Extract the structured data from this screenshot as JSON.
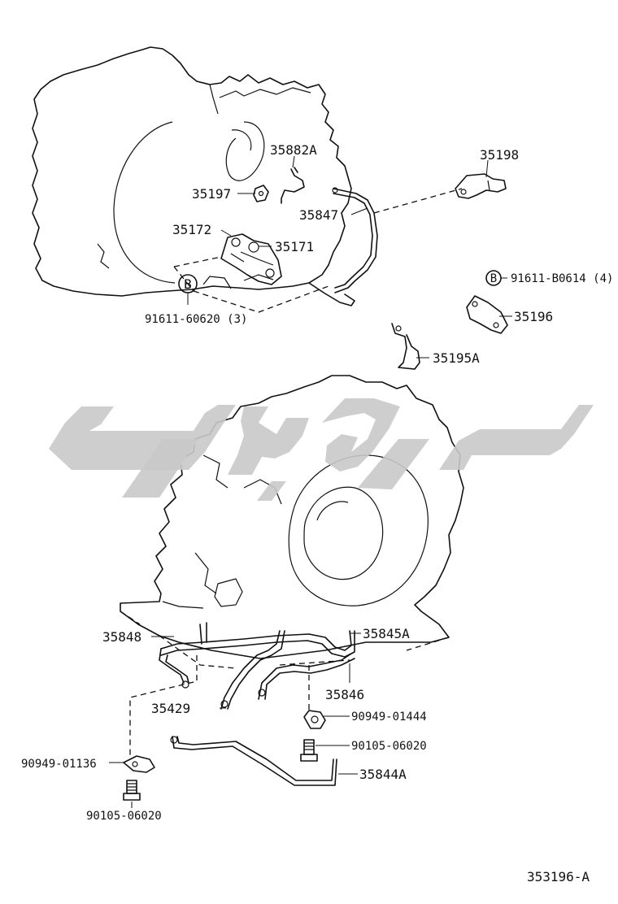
{
  "diagram_code": "353196-A",
  "parts": [
    {
      "id": "35882A",
      "label": "35882A"
    },
    {
      "id": "35198",
      "label": "35198"
    },
    {
      "id": "35197",
      "label": "35197"
    },
    {
      "id": "35847",
      "label": "35847"
    },
    {
      "id": "35172",
      "label": "35172"
    },
    {
      "id": "35171",
      "label": "35171"
    },
    {
      "id": "b-bolt-upper-right",
      "label": "91611-B0614 (4)"
    },
    {
      "id": "b-bolt-upper-left",
      "label": "91611-60620 (3)"
    },
    {
      "id": "35196",
      "label": "35196"
    },
    {
      "id": "35195A",
      "label": "35195A"
    },
    {
      "id": "35848",
      "label": "35848"
    },
    {
      "id": "35845A",
      "label": "35845A"
    },
    {
      "id": "35846",
      "label": "35846"
    },
    {
      "id": "35429",
      "label": "35429"
    },
    {
      "id": "90949-01444",
      "label": "90949-01444"
    },
    {
      "id": "90105-06020-right",
      "label": "90105-06020"
    },
    {
      "id": "35844A",
      "label": "35844A"
    },
    {
      "id": "90949-01136",
      "label": "90949-01136"
    },
    {
      "id": "90105-06020-left",
      "label": "90105-06020"
    }
  ],
  "markers": {
    "b_letter": "B"
  }
}
